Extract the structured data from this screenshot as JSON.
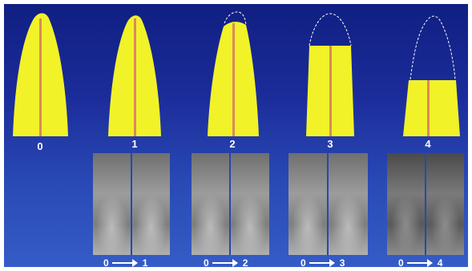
{
  "colors": {
    "tooth": "#f2f229",
    "canal": "#d98a5a",
    "outline": "#ffffff",
    "arrow": "#ffffff"
  },
  "stages": [
    {
      "label": "0"
    },
    {
      "label": "1"
    },
    {
      "label": "2"
    },
    {
      "label": "3"
    },
    {
      "label": "4"
    }
  ],
  "comparisons": [
    {
      "from": "0",
      "to": "1"
    },
    {
      "from": "0",
      "to": "2"
    },
    {
      "from": "0",
      "to": "3"
    },
    {
      "from": "0",
      "to": "4"
    }
  ]
}
